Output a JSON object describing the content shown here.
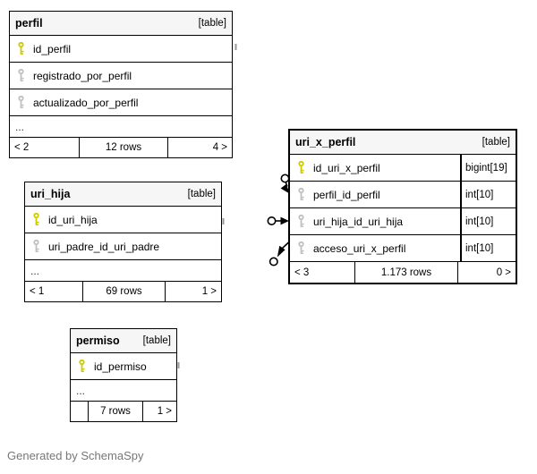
{
  "note": "Generated by SchemaSpy",
  "colors": {
    "header_bg": "#f6f6f6",
    "border": "#000000",
    "primary_key": "#cccc00",
    "foreign_key": "#c0c0c0",
    "note_text": "#777777"
  },
  "tables": [
    {
      "name": "perfil",
      "tag": "[table]",
      "columns": [
        {
          "name": "id_perfil",
          "key": "primary"
        },
        {
          "name": "registrado_por_perfil",
          "key": "foreign"
        },
        {
          "name": "actualizado_por_perfil",
          "key": "foreign"
        }
      ],
      "ellipsis": "...",
      "footer": {
        "left": "< 2",
        "center": "12 rows",
        "right": "4 >"
      }
    },
    {
      "name": "uri_hija",
      "tag": "[table]",
      "columns": [
        {
          "name": "id_uri_hija",
          "key": "primary"
        },
        {
          "name": "uri_padre_id_uri_padre",
          "key": "foreign"
        }
      ],
      "ellipsis": "...",
      "footer": {
        "left": "< 1",
        "center": "69 rows",
        "right": "1 >"
      }
    },
    {
      "name": "uri_x_perfil",
      "tag": "[table]",
      "columns": [
        {
          "name": "id_uri_x_perfil",
          "type": "bigint[19]",
          "key": "primary"
        },
        {
          "name": "perfil_id_perfil",
          "type": "int[10]",
          "key": "foreign"
        },
        {
          "name": "uri_hija_id_uri_hija",
          "type": "int[10]",
          "key": "foreign"
        },
        {
          "name": "acceso_uri_x_perfil",
          "type": "int[10]",
          "key": "foreign"
        }
      ],
      "footer": {
        "left": "< 3",
        "center": "1.173 rows",
        "right": "0 >"
      }
    },
    {
      "name": "permiso",
      "tag": "[table]",
      "columns": [
        {
          "name": "id_permiso",
          "key": "primary"
        }
      ],
      "ellipsis": "...",
      "footer": {
        "left": "",
        "center": "7 rows",
        "right": "1 >"
      }
    }
  ]
}
